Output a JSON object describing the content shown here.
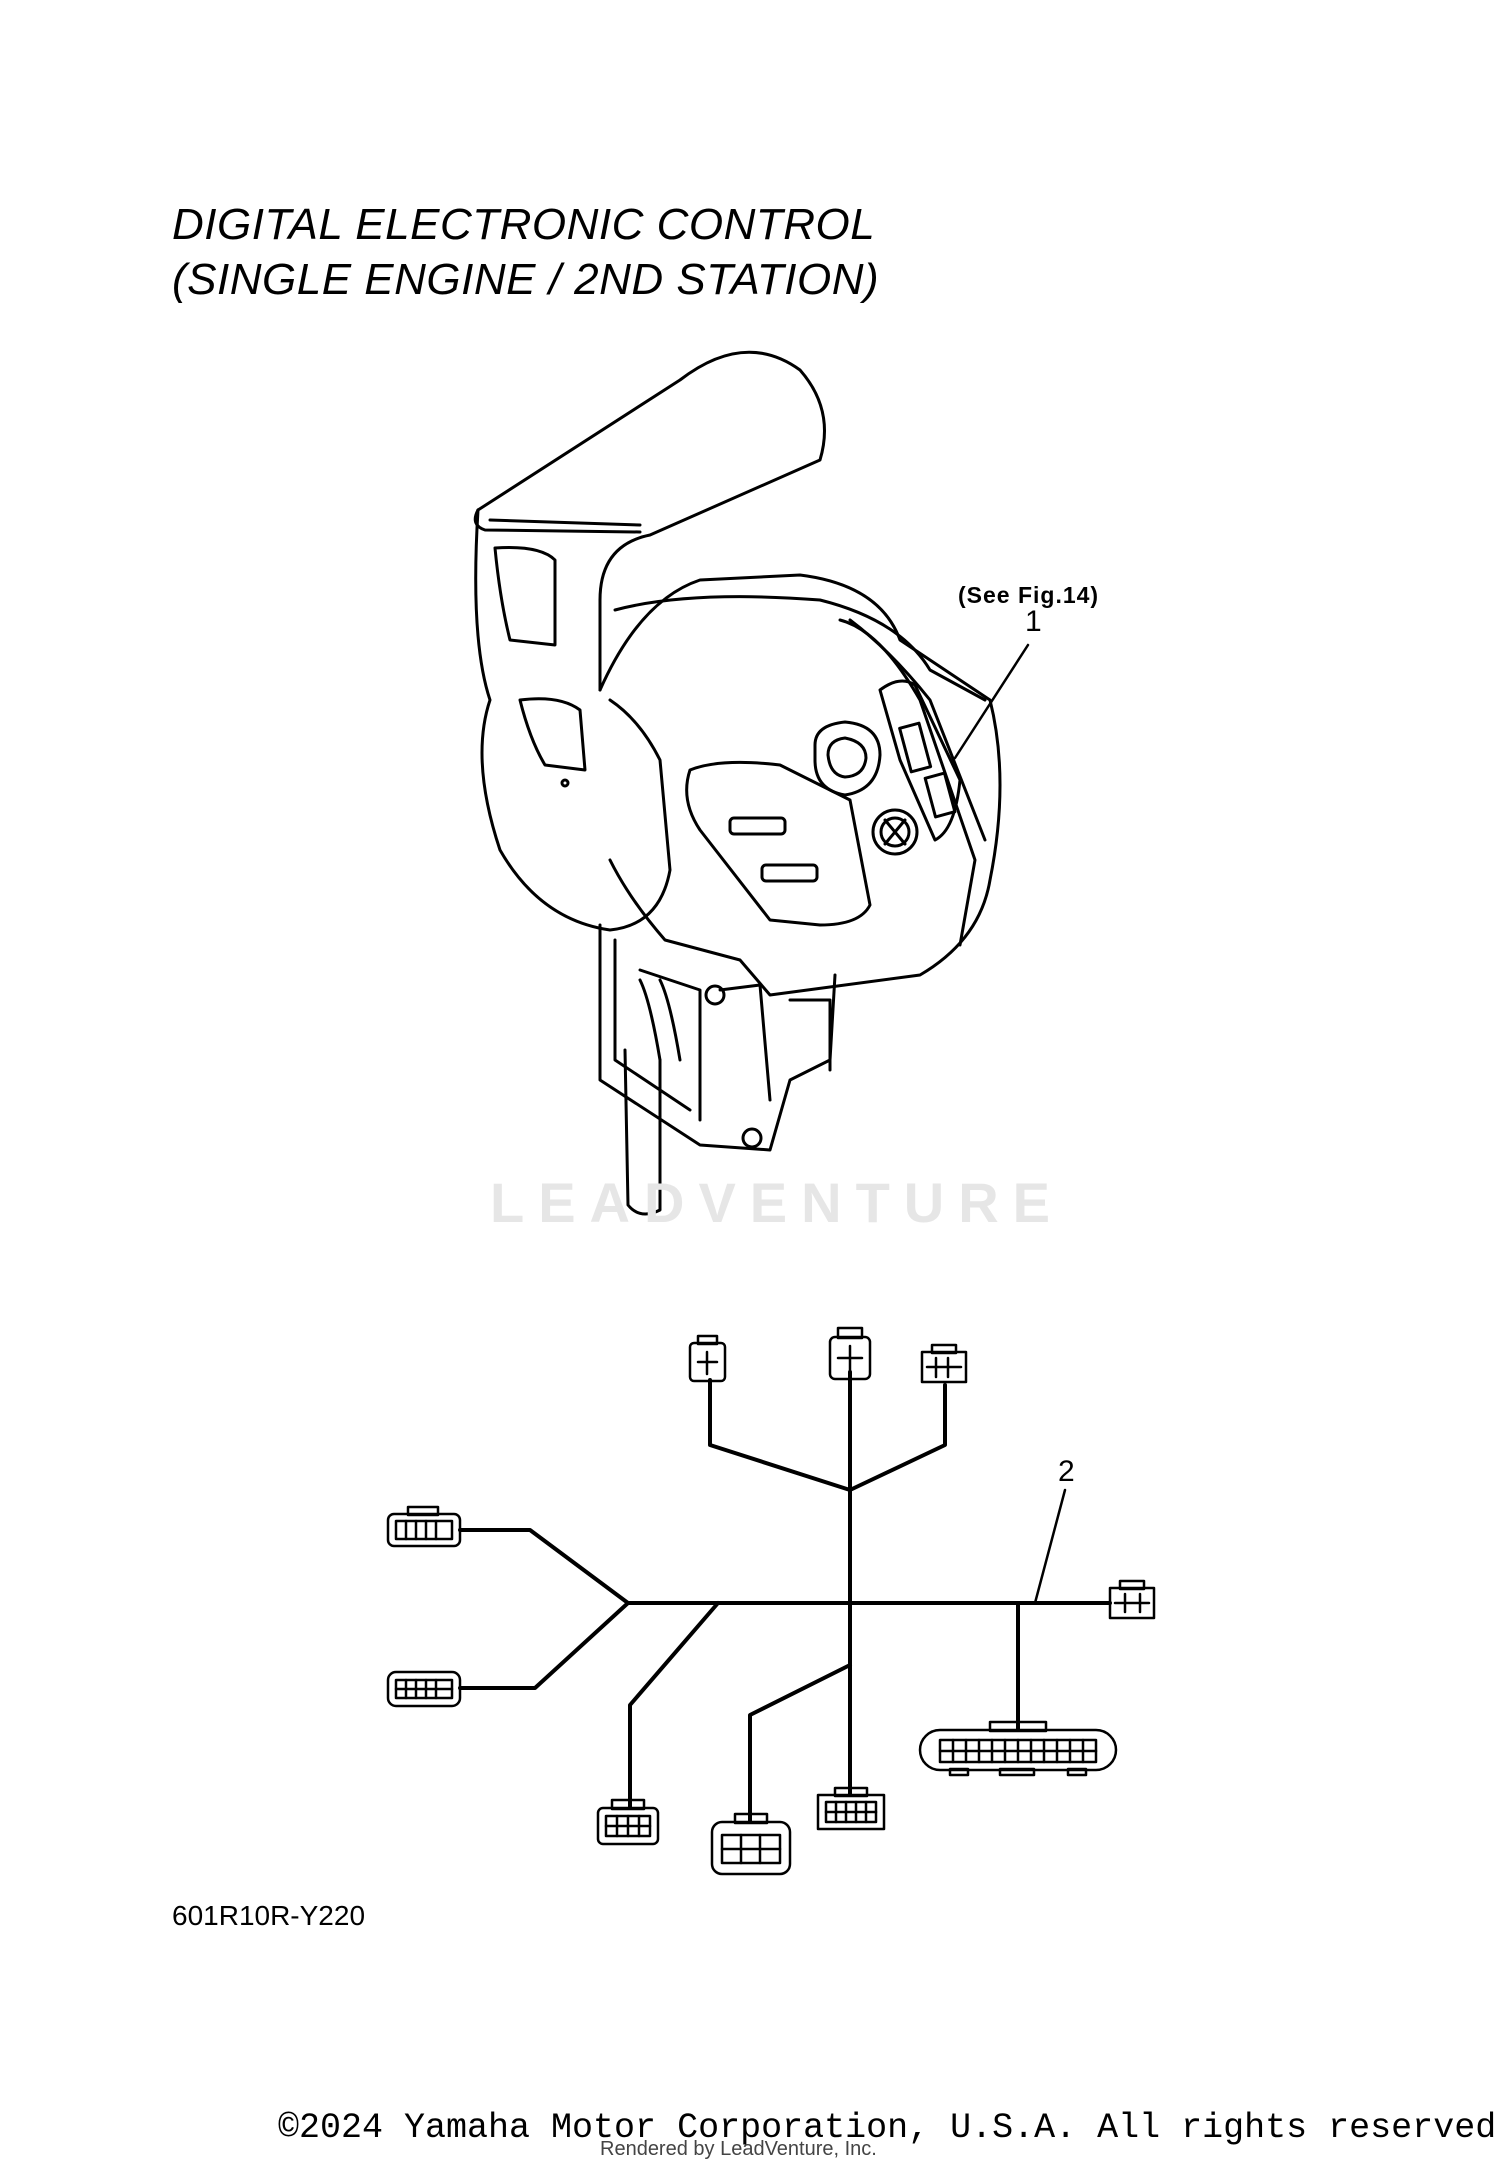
{
  "title": {
    "line1": "DIGITAL ELECTRONIC CONTROL",
    "line2": "(SINGLE ENGINE / 2ND STATION)"
  },
  "callouts": {
    "fig_note": "(See Fig.14)",
    "item1": "1",
    "item2": "2"
  },
  "watermark": "LEADVENTURE",
  "part_code": "601R10R-Y220",
  "copyright": "©2024 Yamaha Motor Corporation, U.S.A. All rights reserved.",
  "rendered_by": "Rendered by LeadVenture, Inc."
}
